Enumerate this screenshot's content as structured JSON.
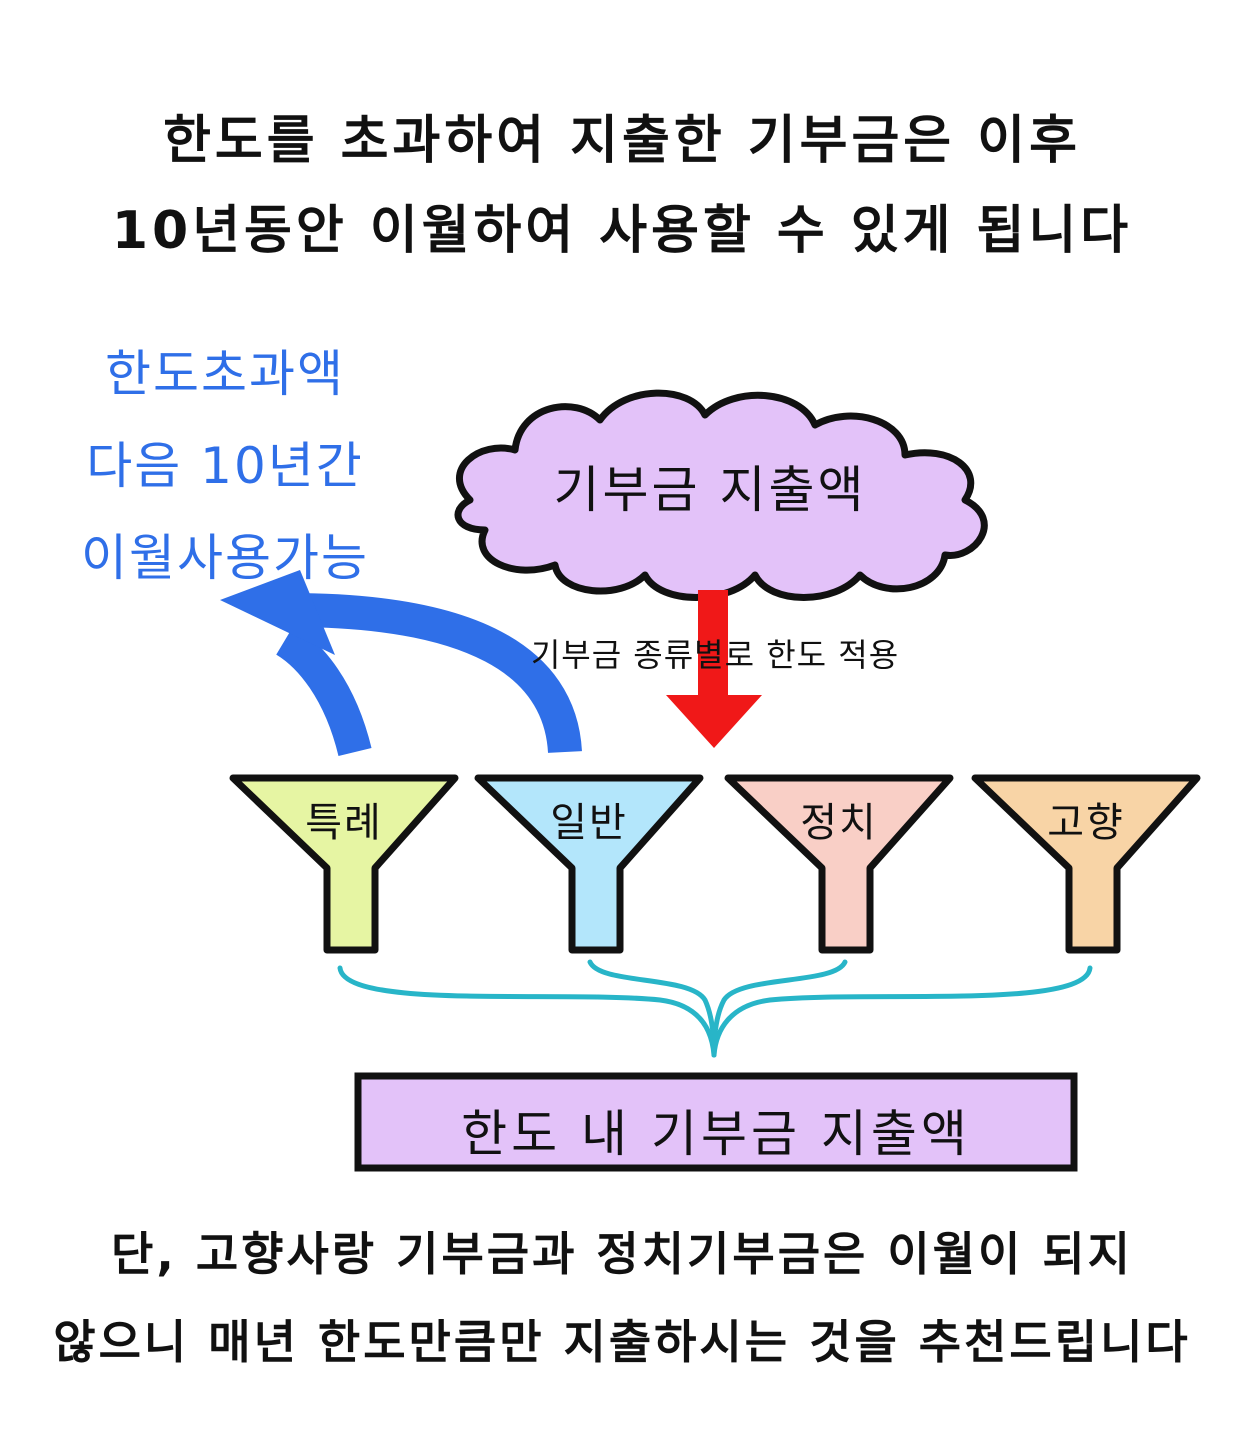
{
  "title_lines": [
    "한도를 초과하여 지출한 기부금은 이후",
    "10년동안 이월하여 사용할 수 있게 됩니다"
  ],
  "blue_note": [
    "한도초과액",
    "다음 10년간",
    "이월사용가능"
  ],
  "cloud_label": "기부금 지출액",
  "arrow_label": "기부금 종류별로 한도 적용",
  "funnels": [
    {
      "label": "특례",
      "color": "#e6f5a3"
    },
    {
      "label": "일반",
      "color": "#b3e6fb"
    },
    {
      "label": "정치",
      "color": "#f9cfc6"
    },
    {
      "label": "고향",
      "color": "#f8d4a6"
    }
  ],
  "result_box_label": "한도 내 기부금 지출액",
  "footer_lines": [
    "단, 고향사랑 기부금과 정치기부금은 이월이 되지",
    "않으니 매년 한도만큼만 지출하시는 것을 추천드립니다"
  ],
  "colors": {
    "cloud": "#e3c2f9",
    "result_box": "#e3c2f9",
    "down_arrow": "#f01818",
    "carry_arrow": "#2f6fe8",
    "braces": "#28b5c8",
    "outline": "#111111"
  }
}
